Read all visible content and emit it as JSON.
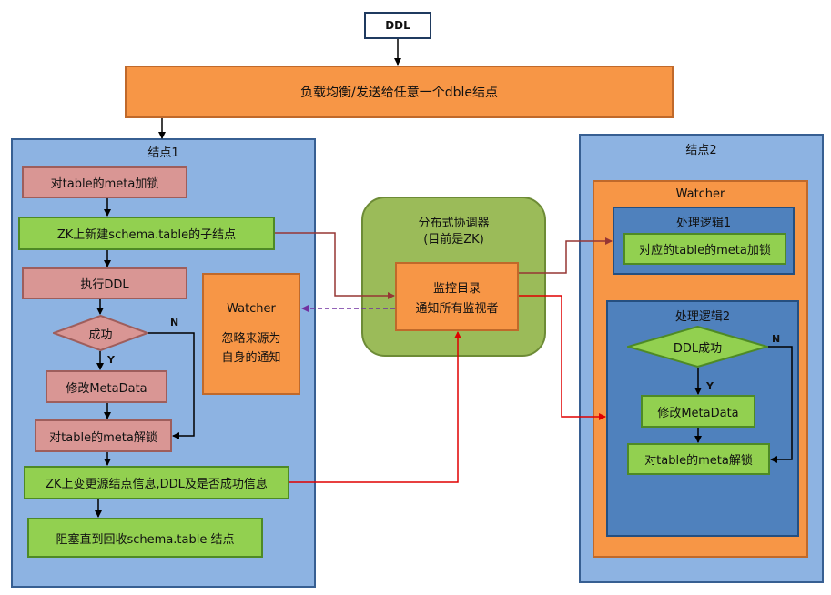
{
  "top": {
    "ddl": "DDL",
    "load_balance": "负载均衡/发送给任意一个dble结点"
  },
  "node1": {
    "title": "结点1",
    "lock_meta": "对table的meta加锁",
    "zk_create_child": "ZK上新建schema.table的子结点",
    "exec_ddl": "执行DDL",
    "success": "成功",
    "yes": "Y",
    "no": "N",
    "modify_metadata": "修改MetaData",
    "unlock_meta": "对table的meta解锁",
    "zk_update_info": "ZK上变更源结点信息,DDL及是否成功信息",
    "block_until": "阻塞直到回收schema.table 结点",
    "watcher_title": "Watcher",
    "watcher_line1": "忽略来源为",
    "watcher_line2": "自身的通知"
  },
  "coordinator": {
    "title_line1": "分布式协调器",
    "title_line2": "(目前是ZK)",
    "monitor_line1": "监控目录",
    "monitor_line2": "通知所有监视者"
  },
  "node2": {
    "title": "结点2",
    "watcher_title": "Watcher",
    "logic1_title": "处理逻辑1",
    "logic1_lock": "对应的table的meta加锁",
    "logic2_title": "处理逻辑2",
    "ddl_success": "DDL成功",
    "yes": "Y",
    "no": "N",
    "modify_metadata": "修改MetaData",
    "unlock_meta": "对table的meta解锁"
  }
}
